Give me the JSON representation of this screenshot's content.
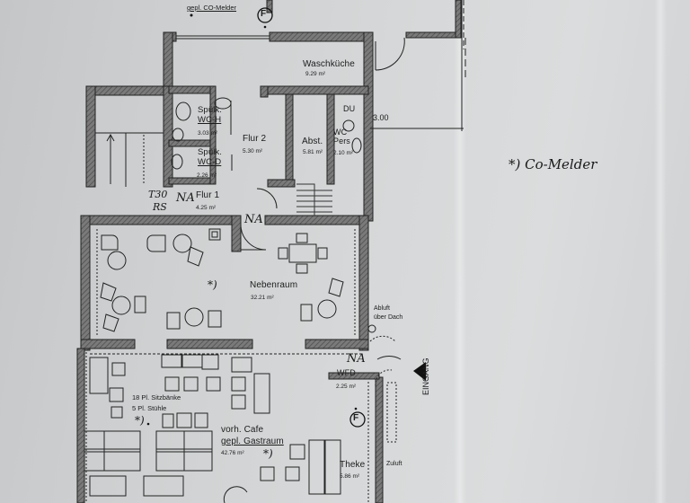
{
  "plan": {
    "kind": "architectural floor plan (photographed paper)",
    "colors": {
      "paper": "#d3d5d6",
      "wall_fill": "#6b6b6b",
      "ink": "#1c1c1c"
    },
    "top_note": "gepl. CO-Melder",
    "legend_note": "*) Co-Melder",
    "dimension": "3.00",
    "entrance_label": "EINGANG",
    "rooms": [
      {
        "id": "waschkueche",
        "name": "Waschküche",
        "area": "9.29 m²"
      },
      {
        "id": "wc-h",
        "name": "Spülk. WC-H",
        "line1": "Spülk.",
        "line2": "WC-H",
        "area": "3.03 m²"
      },
      {
        "id": "wc-d",
        "name": "Spülk. WC-D",
        "line1": "Spülk.",
        "line2": "WC-D",
        "area": "2.26 m²"
      },
      {
        "id": "flur2",
        "name": "Flur 2",
        "area": "5.30 m²"
      },
      {
        "id": "abst",
        "name": "Abst.",
        "area": "5.81 m²"
      },
      {
        "id": "wc-pers",
        "name": "WC Pers.",
        "line0": "DU",
        "line1": "WC",
        "line2": "Pers",
        "area": "2.10 m²"
      },
      {
        "id": "flur1",
        "name": "Flur 1",
        "area": "4.25 m²"
      },
      {
        "id": "nebenraum",
        "name": "Nebenraum",
        "area": "32.21 m²"
      },
      {
        "id": "wfd",
        "name": "WFD",
        "area": "2.25 m²"
      },
      {
        "id": "cafe",
        "name": "vorh. Cafe gepl. Gastraum",
        "line1": "vorh. Cafe",
        "line2": "gepl. Gastraum",
        "area": "42.76 m²"
      },
      {
        "id": "theke",
        "name": "Theke",
        "area": "5.86 m²"
      }
    ],
    "annotations": {
      "door_rating": "T30",
      "door_rating2": "RS",
      "na1": "NA",
      "na2": "NA",
      "na3": "NA",
      "seating_line1": "18 Pl. Sitzbänke",
      "seating_line2": "5 Pl. Stühle",
      "abluft_line1": "Abluft",
      "abluft_line2": "über Dach",
      "zuluft": "Zuluft",
      "asterisk": "*)",
      "fire_symbol": "F"
    }
  }
}
